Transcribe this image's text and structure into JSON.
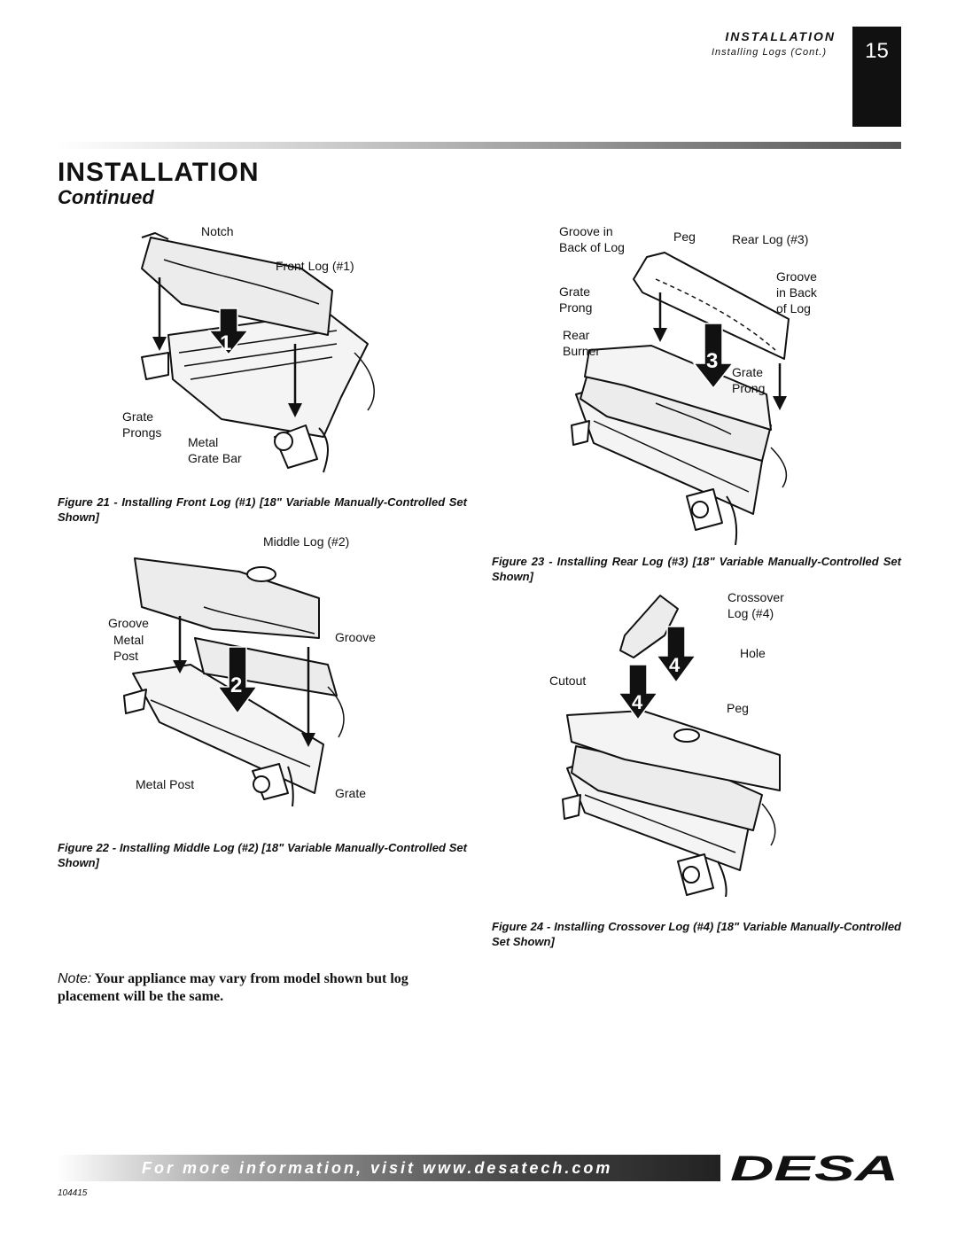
{
  "header": {
    "section": "INSTALLATION",
    "subsection": "Installing Logs (Cont.)",
    "page_number": "15"
  },
  "title": "INSTALLATION",
  "subtitle": "Continued",
  "figure21": {
    "labels": {
      "notch": "Notch",
      "front_log": "Front Log (#1)",
      "grate": "Grate",
      "prongs": "Prongs",
      "metal": "Metal",
      "grate_bar": "Grate Bar"
    },
    "step": "1",
    "caption": "Figure 21 - Installing Front Log (#1) [18\" Variable Manually-Controlled Set Shown]"
  },
  "figure22": {
    "labels": {
      "middle_log": "Middle Log (#2)",
      "groove_left": "Groove",
      "metal": "Metal",
      "post": "Post",
      "groove_right": "Groove",
      "metal_post": "Metal Post",
      "grate": "Grate"
    },
    "step": "2",
    "caption": "Figure 22 - Installing Middle Log (#2) [18\" Variable Manually-Controlled Set Shown]"
  },
  "figure23": {
    "labels": {
      "groove_in": "Groove in",
      "back_of_log": "Back of Log",
      "peg": "Peg",
      "rear_log": "Rear Log (#3)",
      "grate": "Grate",
      "prong": "Prong",
      "groove": "Groove",
      "in_back": "in Back",
      "of_log": "of Log",
      "rear": "Rear",
      "burner": "Burner",
      "grate2": "Grate",
      "prong2": "Prong"
    },
    "step": "3",
    "caption": "Figure 23 - Installing Rear Log (#3) [18\" Variable Manually-Controlled Set Shown]"
  },
  "figure24": {
    "labels": {
      "crossover": "Crossover",
      "log4": "Log (#4)",
      "hole": "Hole",
      "cutout": "Cutout",
      "peg": "Peg"
    },
    "step": "4",
    "caption": "Figure 24 - Installing Crossover Log (#4) [18\" Variable Manually-Controlled Set Shown]"
  },
  "note": {
    "lead": "Note:",
    "text": "Your appliance may vary from model shown but log placement will be the same."
  },
  "footer": {
    "text": "For more information, visit www.desatech.com",
    "logo": "DESA",
    "doc_number": "104415"
  }
}
